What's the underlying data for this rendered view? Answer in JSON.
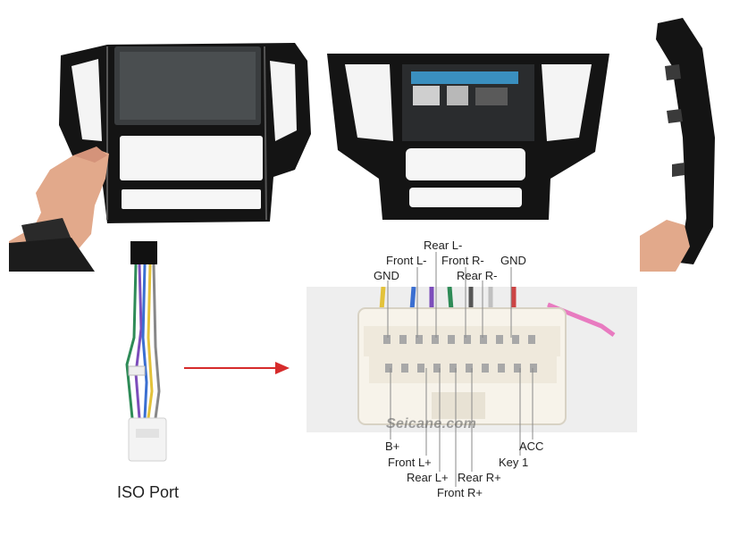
{
  "caption": "ISO Port",
  "watermark": "Seicane.com",
  "pins_top": {
    "rear_l_minus": "Rear L-",
    "front_l_minus": "Front L-",
    "front_r_minus": "Front R-",
    "gnd_right": "GND",
    "gnd_left": "GND",
    "rear_r_minus": "Rear R-"
  },
  "pins_bottom": {
    "b_plus": "B+",
    "front_l_plus": "Front L+",
    "rear_l_plus": "Rear L+",
    "rear_r_plus": "Rear R+",
    "front_r_plus": "Front R+",
    "key1": "Key 1",
    "acc": "ACC"
  },
  "colors": {
    "arrow": "#d62b2b",
    "leader_lines": "#8a8a8a",
    "frame": "#141414",
    "connector_bg": "#eeeeee"
  }
}
